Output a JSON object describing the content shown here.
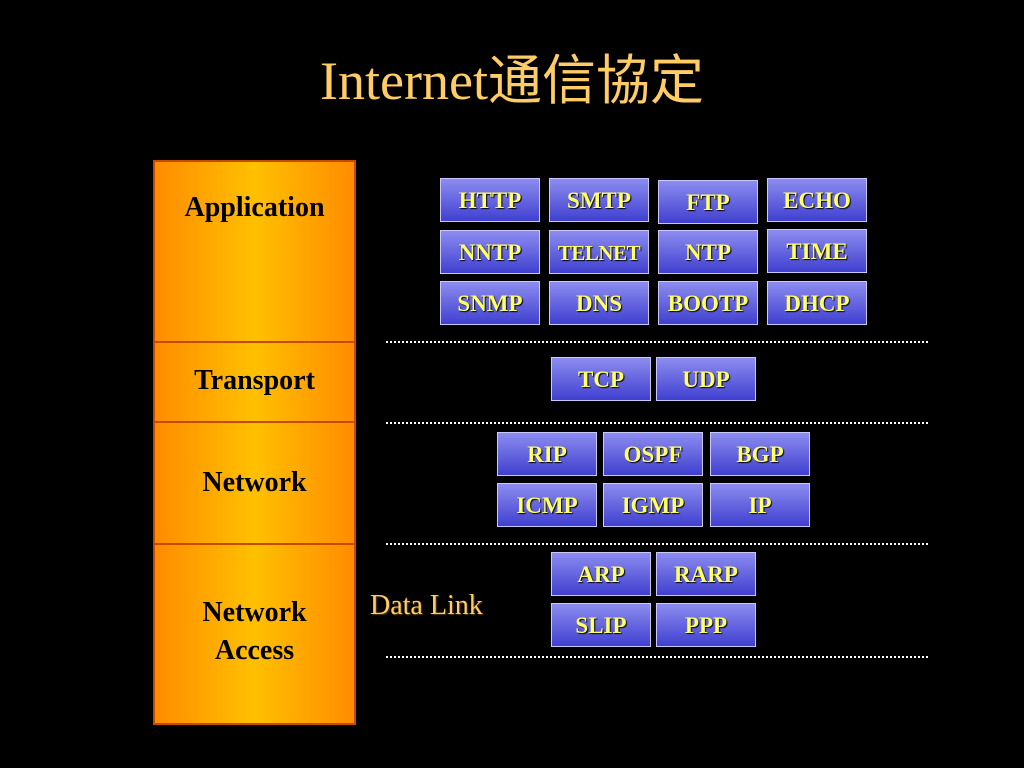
{
  "title": "Internet通信協定",
  "layers": {
    "application": "Application",
    "transport": "Transport",
    "network": "Network",
    "network_access_line1": "Network",
    "network_access_line2": "Access"
  },
  "protocols": {
    "application": [
      "HTTP",
      "SMTP",
      "FTP",
      "ECHO",
      "NNTP",
      "TELNET",
      "NTP",
      "TIME",
      "SNMP",
      "DNS",
      "BOOTP",
      "DHCP"
    ],
    "transport": [
      "TCP",
      "UDP"
    ],
    "network": [
      "RIP",
      "OSPF",
      "BGP",
      "ICMP",
      "IGMP",
      "IP"
    ],
    "network_access": [
      "ARP",
      "RARP",
      "SLIP",
      "PPP"
    ]
  },
  "data_link_label": "Data Link",
  "colors": {
    "title": "#ffcc66",
    "layer_fill": "#ffc000",
    "protocol_fill": "#4040d0",
    "protocol_text": "#ffff66"
  }
}
